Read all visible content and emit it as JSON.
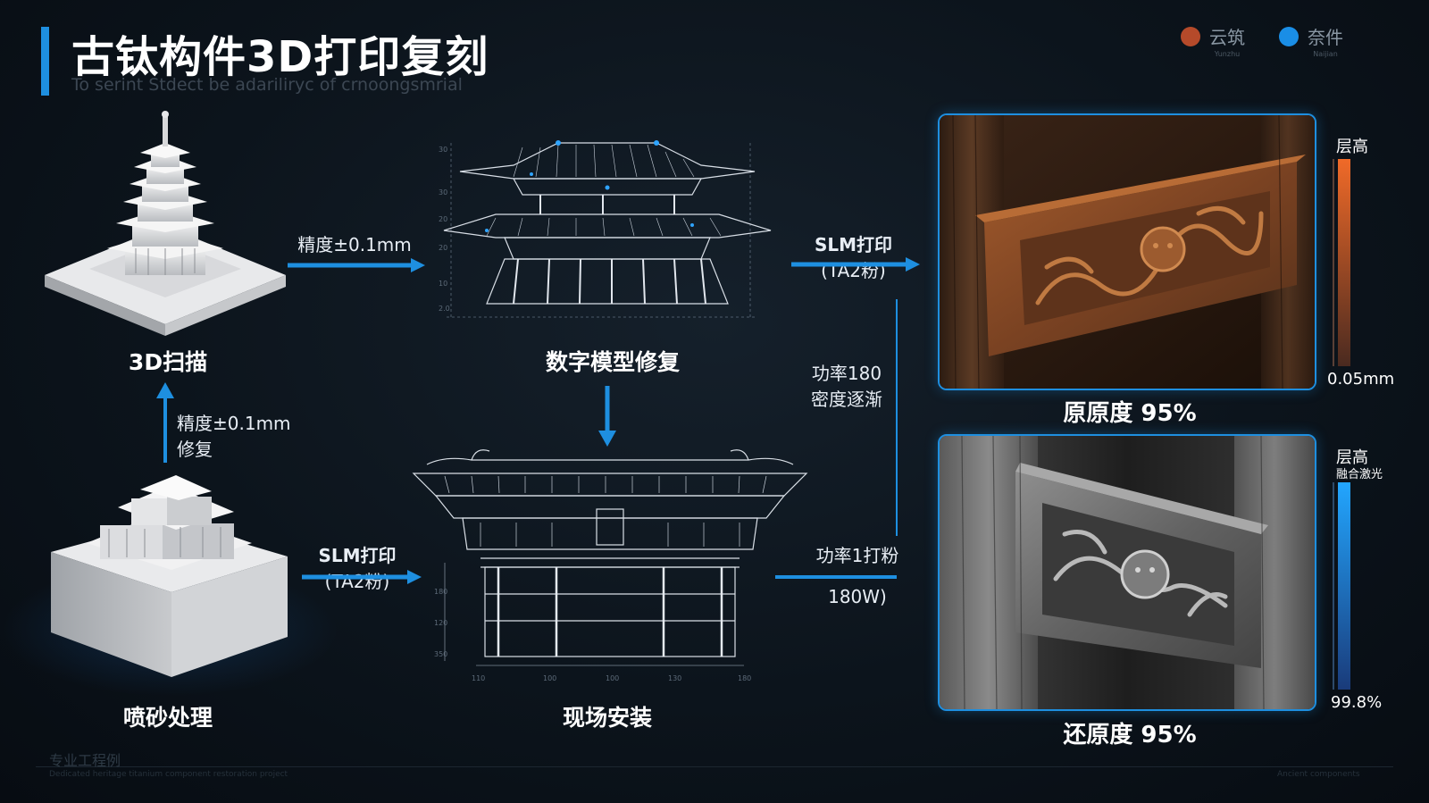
{
  "header": {
    "title": "古钛构件3D打印复刻",
    "subtitle": "To serint Stdect be adariliryc of crnoongsmrial"
  },
  "legend": [
    {
      "label": "云筑",
      "sublabel": "Yunzhu",
      "color": "#b54a2a"
    },
    {
      "label": "奈件",
      "sublabel": "Naijian",
      "color": "#1a8ee6"
    }
  ],
  "stages": {
    "scan": "3D扫描",
    "digital_repair": "数字模型修复",
    "sandblast": "喷砂处理",
    "install": "现场安装"
  },
  "arrows": {
    "scan_to_model": "精度±0.1mm",
    "model_to_photo_line1": "SLM打印",
    "model_to_photo_line2": "(TA2粉)",
    "vertical_line1": "功率180",
    "vertical_line2": "密度逐渐",
    "sand_to_scan_line1": "精度±0.1mm",
    "sand_to_scan_line2": "修复",
    "sand_to_install_line1": "SLM打印",
    "sand_to_install_line2": "(TA2粉)",
    "install_to_photo_line1": "功率1打粉",
    "install_to_photo_line2": "180W)"
  },
  "results": {
    "top_label": "原原度 95%",
    "bottom_label": "还原度 95%"
  },
  "scales": {
    "top_title": "层高",
    "top_value": "0.05mm",
    "top_color": "#e8662a",
    "bottom_title": "层高",
    "bottom_subtitle": "融合激光",
    "bottom_value": "99.8%",
    "bottom_color": "#1e90f0"
  },
  "dimension_ticks": {
    "model_left": [
      "30",
      "30",
      "20",
      "20",
      "10",
      "2.0"
    ],
    "drawing_left": [
      "180",
      "120",
      "350"
    ],
    "drawing_bottom": [
      "110",
      "100",
      "100",
      "130",
      "180"
    ]
  },
  "footer": {
    "label": "专业工程例",
    "sub": "Dedicated heritage titanium component restoration project",
    "right": "Ancient components"
  },
  "colors": {
    "accent": "#1e8fe0",
    "wood": "#8a4a22",
    "stone": "#6e6e6e"
  }
}
